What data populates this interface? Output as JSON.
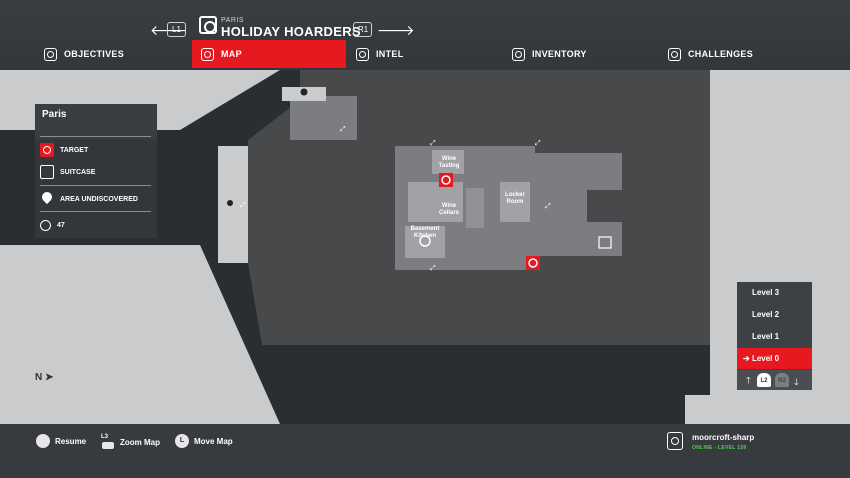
{
  "header": {
    "prev_button": "L1",
    "next_button": "R1",
    "location": "PARIS",
    "mission": "HOLIDAY HOARDERS",
    "tabs": [
      {
        "label": "OBJECTIVES",
        "active": false
      },
      {
        "label": "MAP",
        "active": true
      },
      {
        "label": "INTEL",
        "active": false
      },
      {
        "label": "INVENTORY",
        "active": false
      },
      {
        "label": "CHALLENGES",
        "active": false
      }
    ]
  },
  "legend": {
    "title": "Paris",
    "items": [
      {
        "label": "TARGET",
        "icon": "target-icon"
      },
      {
        "label": "SUITCASE",
        "icon": "suitcase-icon"
      },
      {
        "label": "AREA UNDISCOVERED",
        "icon": "map-pin-icon"
      }
    ],
    "count": "47"
  },
  "map": {
    "rooms": {
      "wine_tasting": "Wine Tasting",
      "wine_cellars": "Wine Cellars",
      "locker_room": "Locker Room",
      "basement_kitchen": "Basement Kitchen"
    }
  },
  "levels": {
    "items": [
      "Level 3",
      "Level 2",
      "Level 1",
      "Level 0"
    ],
    "active": "Level 0",
    "down_button": "L2",
    "up_button": "R2"
  },
  "compass_label": "N",
  "footer": {
    "resume_button": "",
    "resume_label": "Resume",
    "zoom_button": "L3",
    "zoom_label": "Zoom Map",
    "move_button": "L",
    "move_label": "Move Map",
    "username": "moorcroft-sharp",
    "status": "ONLINE - LEVEL 159"
  },
  "colors": {
    "accent": "#e5191f",
    "online": "#4fd34a",
    "map_light": "#c9cbcd",
    "map_dark": "#2b2e31",
    "building": "#48494b",
    "rooms": "#7b7d80"
  }
}
